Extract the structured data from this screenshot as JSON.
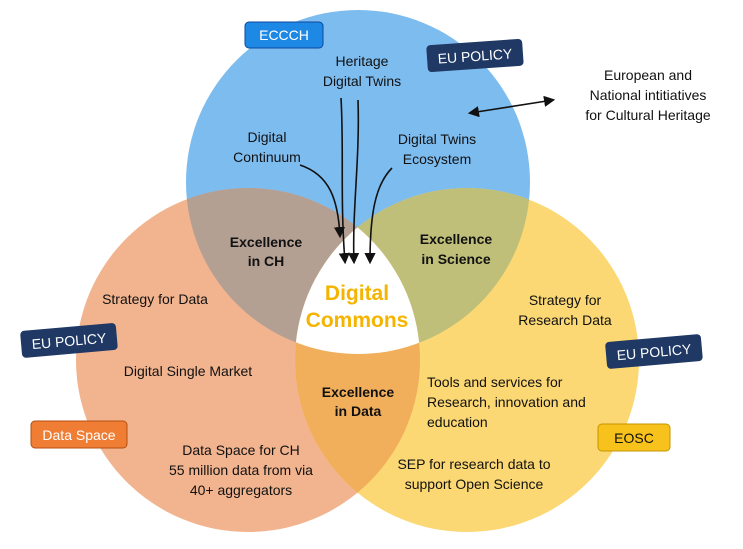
{
  "colors": {
    "top_circle": "#7dbcef",
    "left_circle": "#f2b48f",
    "right_circle": "#fbd873",
    "overlap_ch": "#b49f93",
    "overlap_science": "#bfbf7a",
    "overlap_data": "#f1ae5b",
    "policy_badge": "#1f3864",
    "ecc_badge": "#1e88e5",
    "dataspace_badge": "#ef7d33",
    "eosc_badge": "#f7c21b",
    "commons_text": "#f4b400"
  },
  "badges": {
    "ecccch": "ECCCH",
    "eu_policy": "EU POLICY",
    "data_space": "Data Space",
    "eosc": "EOSC"
  },
  "center": {
    "line1": "Digital",
    "line2": "Commons"
  },
  "overlaps": {
    "ch": [
      "Excellence",
      "in CH"
    ],
    "science": [
      "Excellence",
      "in Science"
    ],
    "data": [
      "Excellence",
      "in Data"
    ]
  },
  "top_circle": {
    "heritage": [
      "Heritage",
      "Digital Twins"
    ],
    "continuum": [
      "Digital",
      "Continuum"
    ],
    "ecosystem": [
      "Digital Twins",
      "Ecosystem"
    ]
  },
  "left_circle": {
    "strategy": "Strategy for Data",
    "market": "Digital Single Market",
    "dataspace": [
      "Data Space for CH",
      "55 million data from via",
      "40+ aggregators"
    ]
  },
  "right_circle": {
    "strategy": [
      "Strategy for",
      "Research Data"
    ],
    "tools": [
      "Tools and services for",
      "Research, innovation and",
      "education"
    ],
    "sep": [
      "SEP for research data to",
      "support Open Science"
    ]
  },
  "external": {
    "initiatives": [
      "European and",
      "National intitiatives",
      "for Cultural Heritage"
    ]
  }
}
